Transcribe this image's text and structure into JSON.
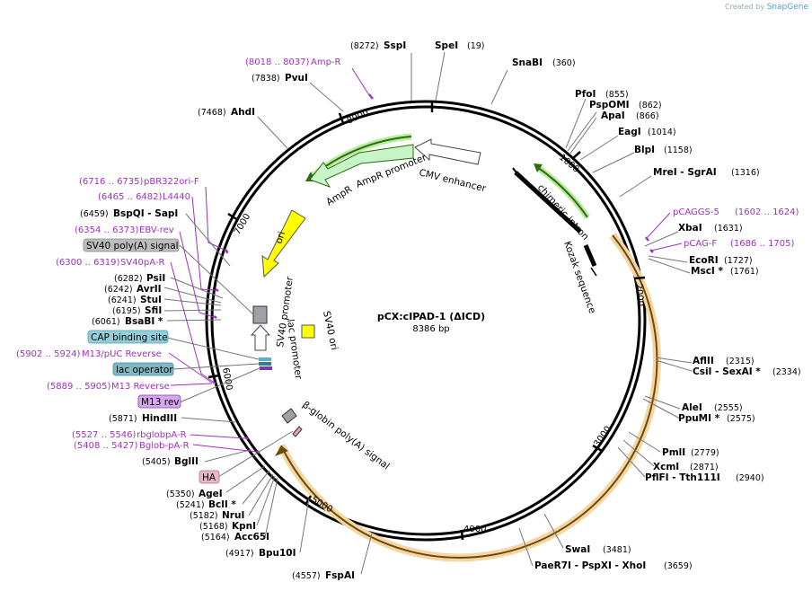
{
  "credit": {
    "prefix": "Created by",
    "brand": "SnapGene"
  },
  "plasmid": {
    "name": "pCX:cIPAD-1 (ΔICD)",
    "length": "8386 bp"
  },
  "ticks": [
    "1000",
    "2000",
    "3000",
    "4000",
    "5000",
    "6000",
    "7000",
    "8000"
  ],
  "features": {
    "cmv": "CMV enhancer",
    "chimeric": "chimeric intron",
    "kozak": "Kozak sequence",
    "ampr_promoter": "AmpR promoter",
    "ampr": "AmpR",
    "ori": "ori",
    "sv40_promoter": "SV40 promoter",
    "sv40_ori": "SV40 ori",
    "lac_promoter": "lac promoter",
    "bglobin": "β-globin poly(A) signal"
  },
  "enzymes": [
    {
      "name": "SspI",
      "pos": "(8272)"
    },
    {
      "name": "SpeI",
      "pos": "(19)"
    },
    {
      "name": "SnaBI",
      "pos": "(360)"
    },
    {
      "name": "PvuI",
      "pos": "(7838)"
    },
    {
      "name": "AhdI",
      "pos": "(7468)"
    },
    {
      "name": "PfoI",
      "pos": "(855)"
    },
    {
      "name": "PspOMI",
      "pos": "(862)"
    },
    {
      "name": "ApaI",
      "pos": "(866)"
    },
    {
      "name": "EagI",
      "pos": "(1014)"
    },
    {
      "name": "BlpI",
      "pos": "(1158)"
    },
    {
      "name": "MreI - SgrAI",
      "pos": "(1316)"
    },
    {
      "name": "XbaI",
      "pos": "(1631)"
    },
    {
      "name": "EcoRI",
      "pos": "(1727)"
    },
    {
      "name": "MscI *",
      "pos": "(1761)"
    },
    {
      "name": "AflII",
      "pos": "(2315)"
    },
    {
      "name": "CsiI - SexAI *",
      "pos": "(2334)"
    },
    {
      "name": "AleI",
      "pos": "(2555)"
    },
    {
      "name": "PpuMI *",
      "pos": "(2575)"
    },
    {
      "name": "PmlI",
      "pos": "(2779)"
    },
    {
      "name": "XcmI",
      "pos": "(2871)"
    },
    {
      "name": "PflFI - Tth111I",
      "pos": "(2940)"
    },
    {
      "name": "SwaI",
      "pos": "(3481)"
    },
    {
      "name": "PaeR7I - PspXI - XhoI",
      "pos": "(3659)"
    },
    {
      "name": "BspQI - SapI",
      "pos": "(6459)"
    },
    {
      "name": "PsiI",
      "pos": "(6282)"
    },
    {
      "name": "AvrII",
      "pos": "(6242)"
    },
    {
      "name": "StuI",
      "pos": "(6241)"
    },
    {
      "name": "SfiI",
      "pos": "(6195)"
    },
    {
      "name": "BsaBI *",
      "pos": "(6061)"
    },
    {
      "name": "HindIII",
      "pos": "(5871)"
    },
    {
      "name": "BglII",
      "pos": "(5405)"
    },
    {
      "name": "AgeI",
      "pos": "(5350)"
    },
    {
      "name": "BclI *",
      "pos": "(5241)"
    },
    {
      "name": "NruI",
      "pos": "(5182)"
    },
    {
      "name": "KpnI",
      "pos": "(5168)"
    },
    {
      "name": "Acc65I",
      "pos": "(5164)"
    },
    {
      "name": "Bpu10I",
      "pos": "(4917)"
    },
    {
      "name": "FspAI",
      "pos": "(4557)"
    }
  ],
  "primers": [
    {
      "name": "Amp-R",
      "pos": "(8018 .. 8037)"
    },
    {
      "name": "pBR322ori-F",
      "pos": "(6716 .. 6735)"
    },
    {
      "name": "L4440",
      "pos": "(6465 .. 6482)"
    },
    {
      "name": "EBV-rev",
      "pos": "(6354 .. 6373)"
    },
    {
      "name": "SV40pA-R",
      "pos": "(6300 .. 6319)"
    },
    {
      "name": "M13/pUC Reverse",
      "pos": "(5902 .. 5924)"
    },
    {
      "name": "M13 Reverse",
      "pos": "(5889 .. 5905)"
    },
    {
      "name": "rbglobpA-R",
      "pos": "(5527 .. 5546)"
    },
    {
      "name": "Bglob-pA-R",
      "pos": "(5408 .. 5427)"
    },
    {
      "name": "pCAGGS-5",
      "pos": "(1602 .. 1624)"
    },
    {
      "name": "pCAG-F",
      "pos": "(1686 .. 1705)"
    }
  ],
  "boxed": {
    "sv40polya": "SV40 poly(A) signal",
    "cap": "CAP binding site",
    "lacop": "lac operator",
    "m13rev": "M13 rev",
    "ha": "HA"
  },
  "colors": {
    "primer": "#a030c0",
    "ori": "#ffff00",
    "ampr": "#c8f5c8",
    "orf": "#f0a030",
    "backbone": "#000000"
  }
}
